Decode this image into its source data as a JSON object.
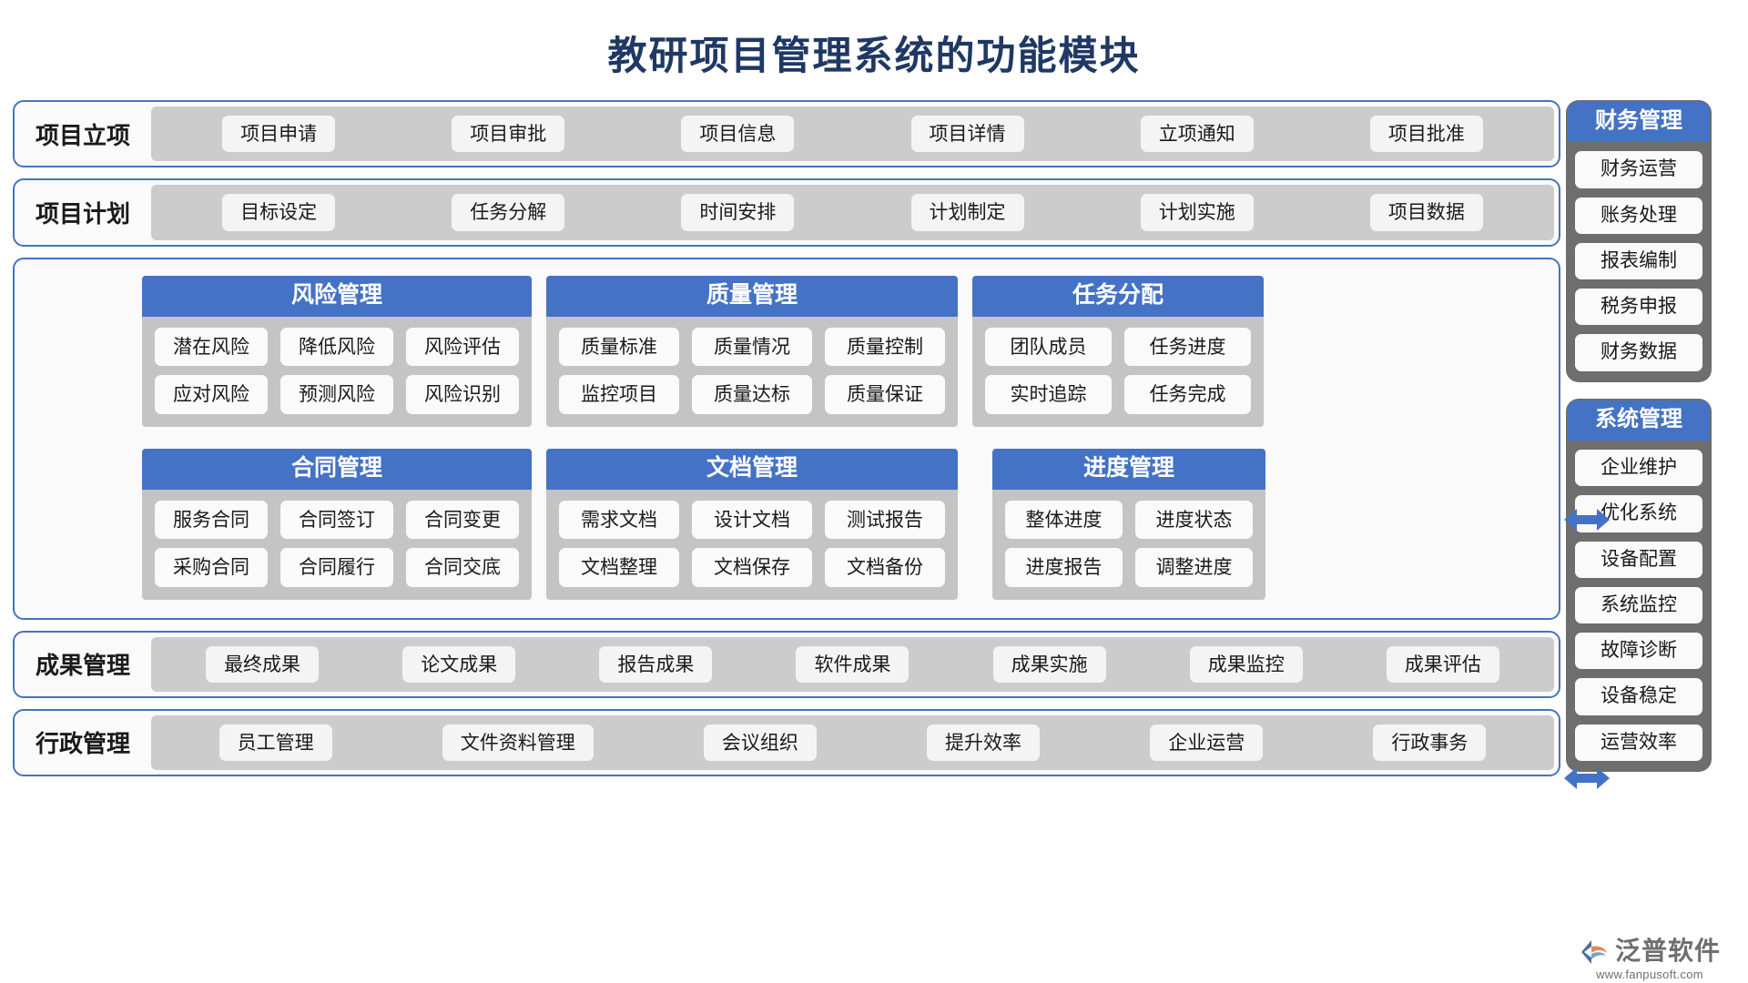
{
  "page": {
    "title": "教研项目管理系统的功能模块",
    "title_color": "#1f3864",
    "accent_blue": "#4472c4",
    "strip_gray": "#cccccc",
    "panel_gray": "#c4c4c4",
    "sidebar_gray": "#6e6e6e",
    "pill_bg": "#fafafa"
  },
  "bands": {
    "initiation": {
      "label": "项目立项",
      "items": [
        "项目申请",
        "项目审批",
        "项目信息",
        "项目详情",
        "立项通知",
        "项目批准"
      ]
    },
    "plan": {
      "label": "项目计划",
      "items": [
        "目标设定",
        "任务分解",
        "时间安排",
        "计划制定",
        "计划实施",
        "项目数据"
      ]
    },
    "achievement": {
      "label": "成果管理",
      "items": [
        "最终成果",
        "论文成果",
        "报告成果",
        "软件成果",
        "成果实施",
        "成果监控",
        "成果评估"
      ]
    },
    "administration": {
      "label": "行政管理",
      "items": [
        "员工管理",
        "文件资料管理",
        "会议组织",
        "提升效率",
        "企业运营",
        "行政事务"
      ]
    }
  },
  "core_modules": {
    "risk": {
      "title": "风险管理",
      "items": [
        "潜在风险",
        "降低风险",
        "风险评估",
        "应对风险",
        "预测风险",
        "风险识别"
      ]
    },
    "quality": {
      "title": "质量管理",
      "items": [
        "质量标准",
        "质量情况",
        "质量控制",
        "监控项目",
        "质量达标",
        "质量保证"
      ]
    },
    "task": {
      "title": "任务分配",
      "items": [
        "团队成员",
        "任务进度",
        "实时追踪",
        "任务完成"
      ]
    },
    "contract": {
      "title": "合同管理",
      "items": [
        "服务合同",
        "合同签订",
        "合同变更",
        "采购合同",
        "合同履行",
        "合同交底"
      ]
    },
    "document": {
      "title": "文档管理",
      "items": [
        "需求文档",
        "设计文档",
        "测试报告",
        "文档整理",
        "文档保存",
        "文档备份"
      ]
    },
    "progress": {
      "title": "进度管理",
      "items": [
        "整体进度",
        "进度状态",
        "进度报告",
        "调整进度"
      ]
    }
  },
  "sidebars": {
    "finance": {
      "title": "财务管理",
      "items": [
        "财务运营",
        "账务处理",
        "报表编制",
        "税务申报",
        "财务数据"
      ]
    },
    "system": {
      "title": "系统管理",
      "items": [
        "企业维护",
        "优化系统",
        "设备配置",
        "系统监控",
        "故障诊断",
        "设备稳定",
        "运营效率"
      ]
    }
  },
  "logo": {
    "name": "泛普软件",
    "url": "www.fanpusoft.com"
  }
}
